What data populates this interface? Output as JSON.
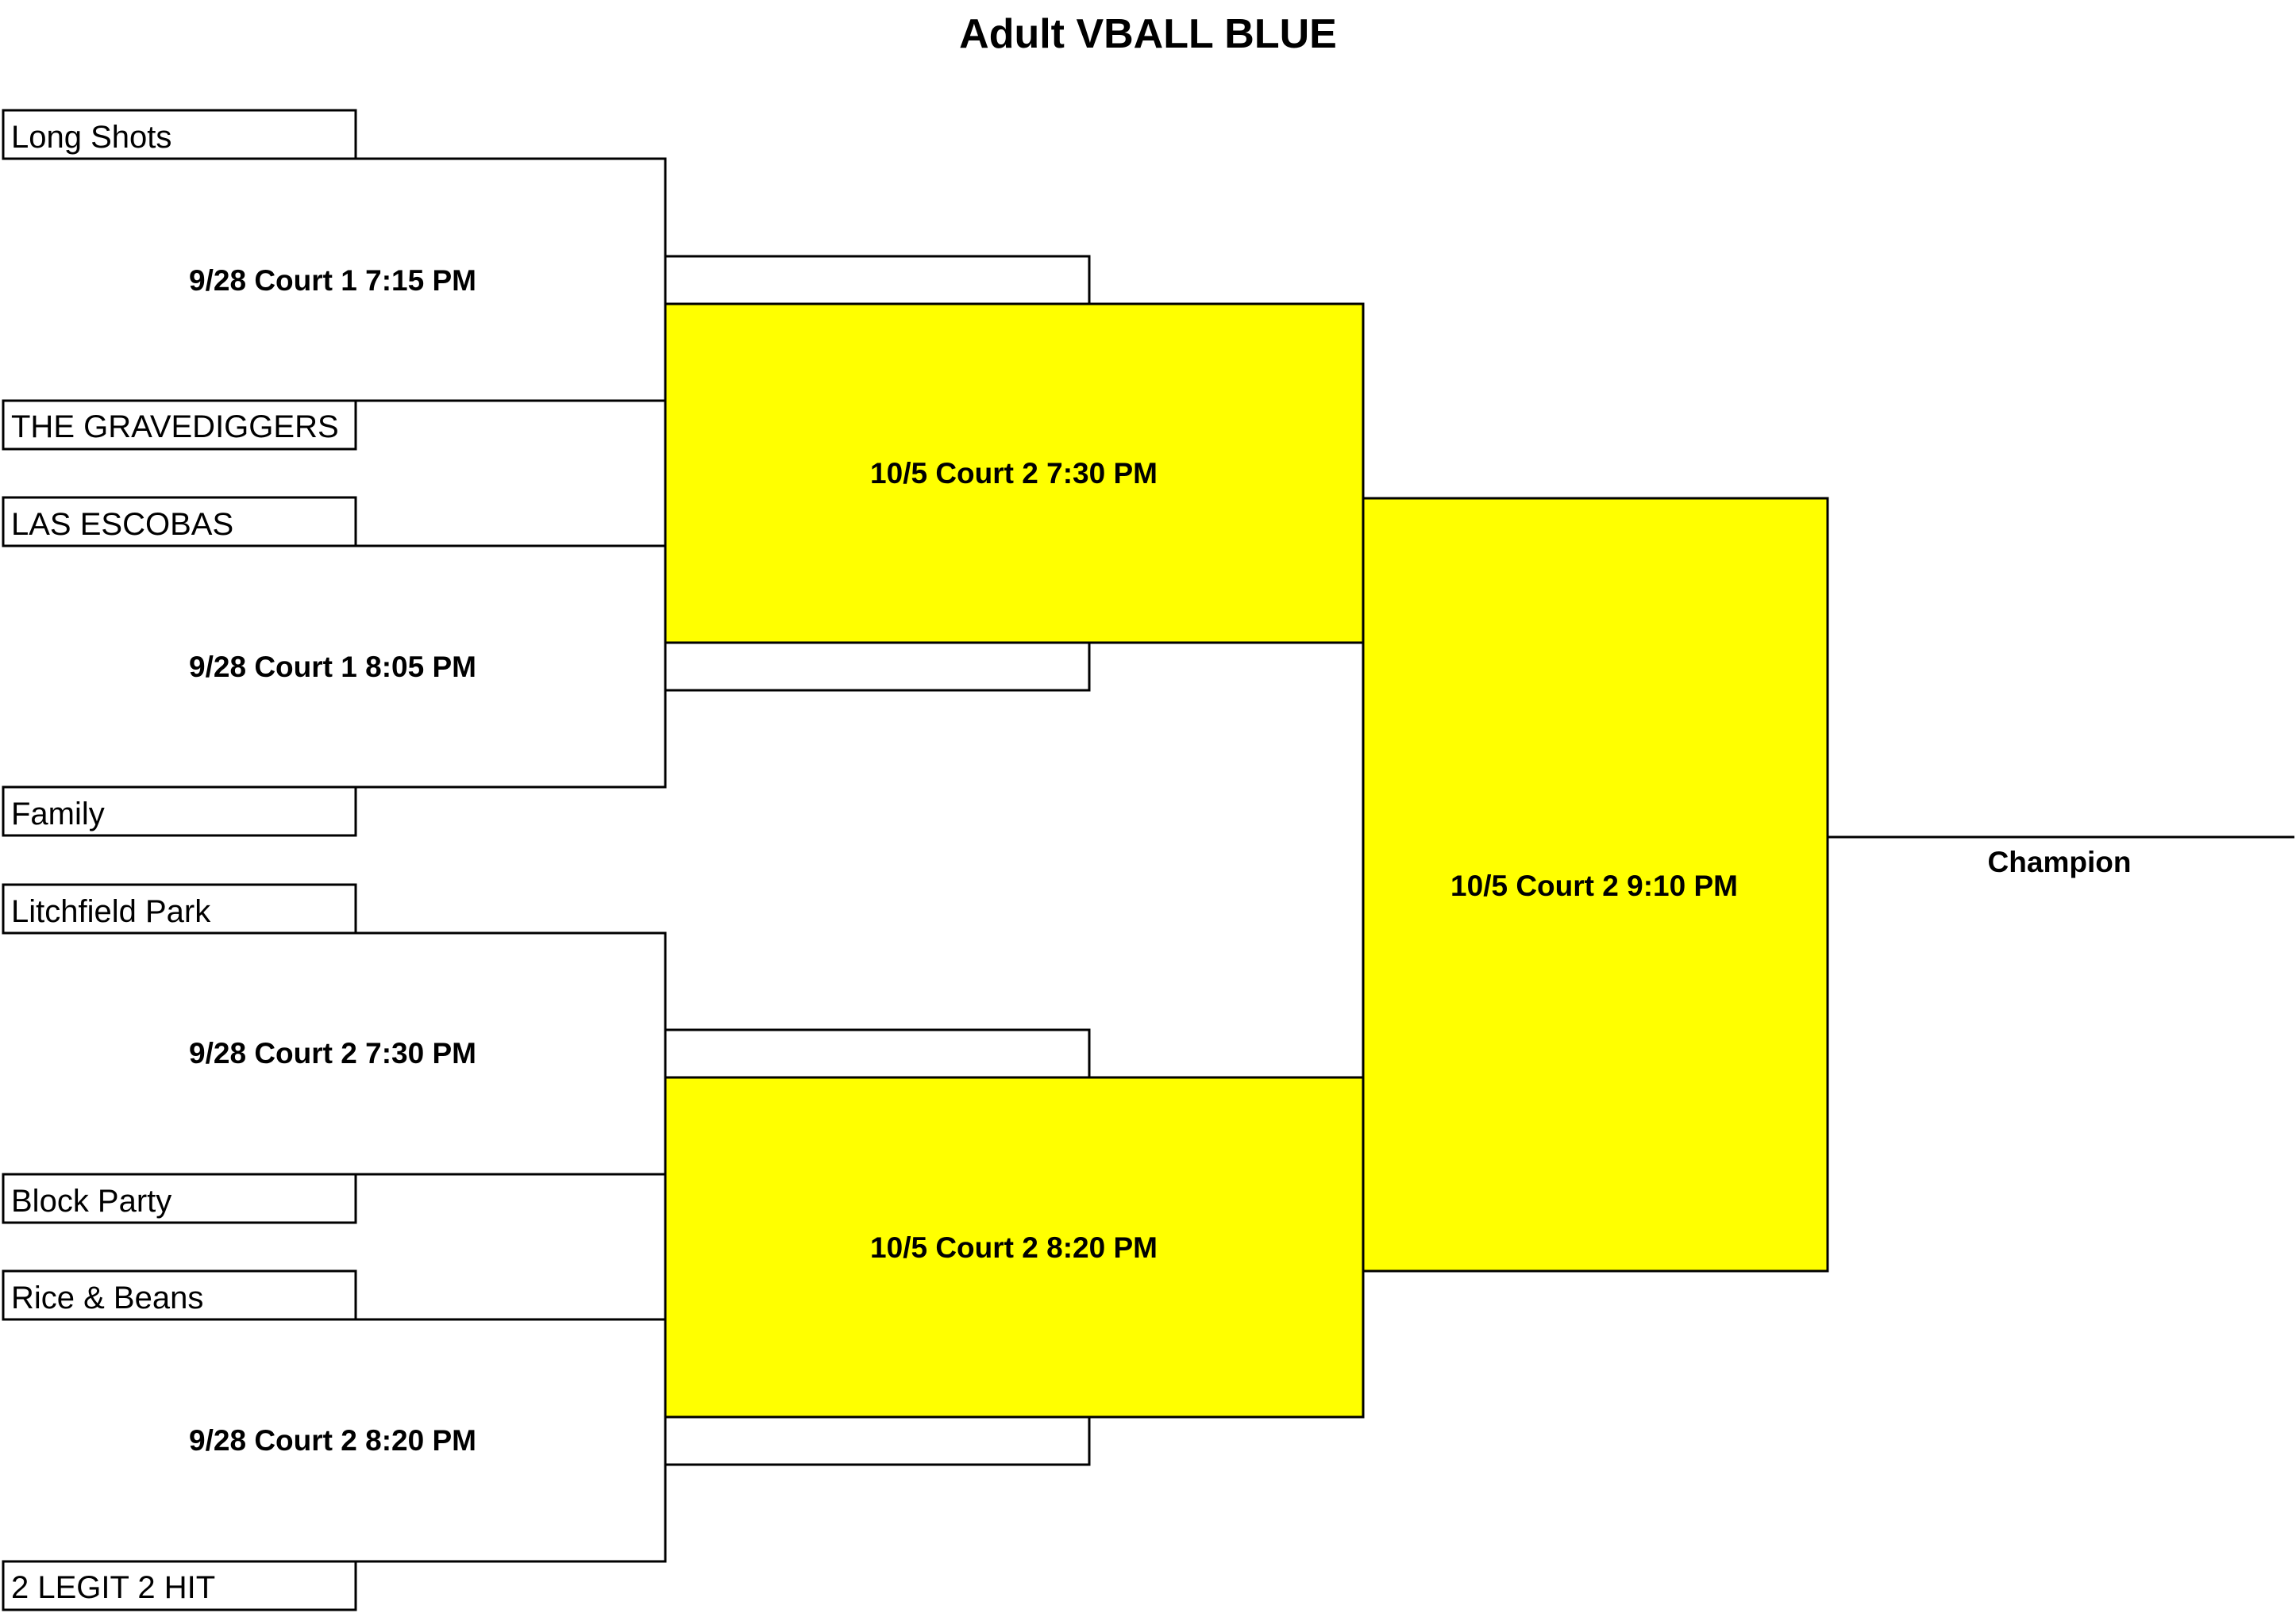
{
  "title": "Adult VBALL BLUE",
  "highlight_color": "#ffff00",
  "teams": [
    "Long Shots",
    "THE GRAVEDIGGERS",
    "LAS ESCOBAS",
    "Family",
    "Litchfield Park",
    "Block Party",
    "Rice & Beans",
    "2 LEGIT 2 HIT"
  ],
  "round1": [
    "9/28 Court 1 7:15 PM",
    "9/28 Court 1 8:05 PM",
    "9/28 Court 2 7:30 PM",
    "9/28 Court 2 8:20 PM"
  ],
  "round2": [
    "10/5 Court 2 7:30 PM",
    "10/5 Court 2 8:20 PM"
  ],
  "final": "10/5 Court 2 9:10 PM",
  "champion_label": "Champion"
}
